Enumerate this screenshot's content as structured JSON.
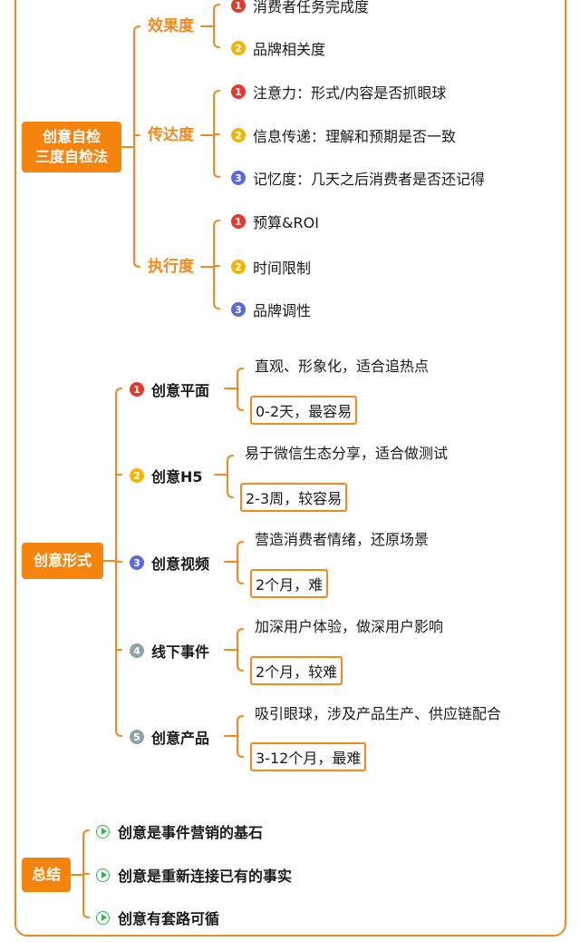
{
  "colors": {
    "accent": "#f08a1c",
    "badge_red": "#e23b2e",
    "badge_yellow": "#f4b400",
    "badge_blue": "#5a6bd8",
    "badge_gray": "#8ca3a9",
    "badge_green": "#2fb34a"
  },
  "section1": {
    "root": {
      "line1": "创意自检",
      "line2": "三度自检法"
    },
    "branches": [
      {
        "label": "效果度",
        "leaves": [
          {
            "badge": "1",
            "badge_color": "#e23b2e",
            "text": "消费者任务完成度"
          },
          {
            "badge": "2",
            "badge_color": "#f4b400",
            "text": "品牌相关度"
          }
        ]
      },
      {
        "label": "传达度",
        "leaves": [
          {
            "badge": "1",
            "badge_color": "#e23b2e",
            "text": "注意力：形式/内容是否抓眼球"
          },
          {
            "badge": "2",
            "badge_color": "#f4b400",
            "text": "信息传递：理解和预期是否一致"
          },
          {
            "badge": "3",
            "badge_color": "#5a6bd8",
            "text": "记忆度：几天之后消费者是否还记得"
          }
        ]
      },
      {
        "label": "执行度",
        "leaves": [
          {
            "badge": "1",
            "badge_color": "#e23b2e",
            "text": "预算&ROI"
          },
          {
            "badge": "2",
            "badge_color": "#f4b400",
            "text": "时间限制"
          },
          {
            "badge": "3",
            "badge_color": "#5a6bd8",
            "text": "品牌调性"
          }
        ]
      }
    ]
  },
  "section2": {
    "root": {
      "label": "创意形式"
    },
    "branches": [
      {
        "badge": "1",
        "badge_color": "#e23b2e",
        "label": "创意平面",
        "desc": "直观、形象化，适合追热点",
        "time": "0-2天，最容易"
      },
      {
        "badge": "2",
        "badge_color": "#f4b400",
        "label": "创意H5",
        "desc": "易于微信生态分享，适合做测试",
        "time": "2-3周，较容易"
      },
      {
        "badge": "3",
        "badge_color": "#5a6bd8",
        "label": "创意视频",
        "desc": "营造消费者情绪，还原场景",
        "time": "2个月，难"
      },
      {
        "badge": "4",
        "badge_color": "#8ca3a9",
        "label": "线下事件",
        "desc": "加深用户体验，做深用户影响",
        "time": "2个月，较难"
      },
      {
        "badge": "5",
        "badge_color": "#8ca3a9",
        "label": "创意产品",
        "desc": "吸引眼球，涉及产品生产、供应链配合",
        "time": "3-12个月，最难"
      }
    ]
  },
  "section3": {
    "root": {
      "label": "总结"
    },
    "items": [
      {
        "text": "创意是事件营销的基石"
      },
      {
        "text": "创意是重新连接已有的事实"
      },
      {
        "text": "创意有套路可循"
      }
    ]
  }
}
